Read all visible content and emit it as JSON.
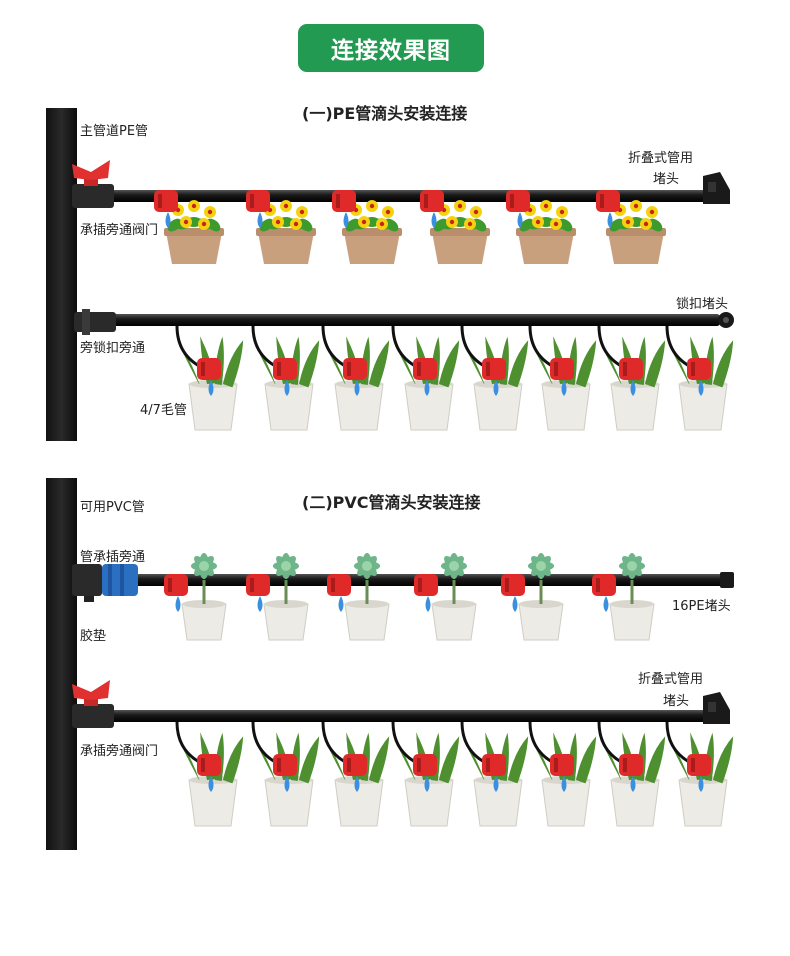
{
  "title": "连接效果图",
  "section1": {
    "title": "(一)PE管滴头安装连接",
    "labels": {
      "main_pipe": "主管道PE管",
      "bypass_valve": "承插旁通阀门",
      "end_plug_line1": "折叠式管用",
      "end_plug_line2": "堵头",
      "lock_plug": "锁扣堵头",
      "lock_bypass": "旁锁扣旁通",
      "capillary": "4/7毛管"
    }
  },
  "section2": {
    "title": "(二)PVC管滴头安装连接",
    "labels": {
      "pvc_pipe": "可用PVC管",
      "pipe_bypass": "管承插旁通",
      "gasket": "胶垫",
      "pe_plug": "16PE堵头",
      "end_plug_line1": "折叠式管用",
      "end_plug_line2": "堵头",
      "bypass_valve": "承插旁通阀门"
    }
  },
  "colors": {
    "accent_green": "#239a52",
    "pipe": "#1c1c1c",
    "dripper_red": "#e02a2a",
    "water_blue": "#3a8fe0",
    "pot_terracotta": "#c9a07e",
    "pot_white": "#ecebe5",
    "fitting_blue": "#2b6fc0"
  },
  "icons": [
    "flower-pot-icon",
    "snake-plant-pot-icon",
    "succulent-pot-icon",
    "dripper-icon",
    "valve-icon",
    "end-plug-icon"
  ]
}
